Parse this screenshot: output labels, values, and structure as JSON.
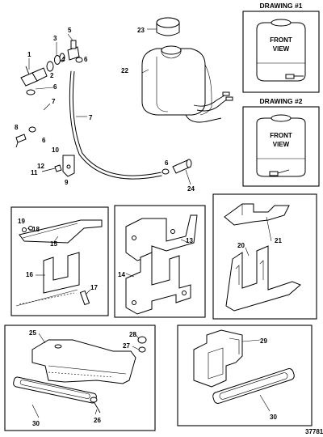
{
  "drawing1": {
    "title": "DRAWING #1",
    "line1": "FRONT",
    "line2": "VIEW"
  },
  "drawing2": {
    "title": "DRAWING #2",
    "line1": "FRONT",
    "line2": "VIEW"
  },
  "callouts": [
    "1",
    "2",
    "3",
    "4",
    "5",
    "6",
    "6",
    "6",
    "6",
    "7",
    "7",
    "8",
    "9",
    "10",
    "11",
    "12",
    "13",
    "14",
    "15",
    "16",
    "17",
    "18",
    "19",
    "20",
    "21",
    "22",
    "23",
    "24",
    "25",
    "26",
    "27",
    "28",
    "29",
    "30",
    "30"
  ],
  "figure_ref": "37781"
}
